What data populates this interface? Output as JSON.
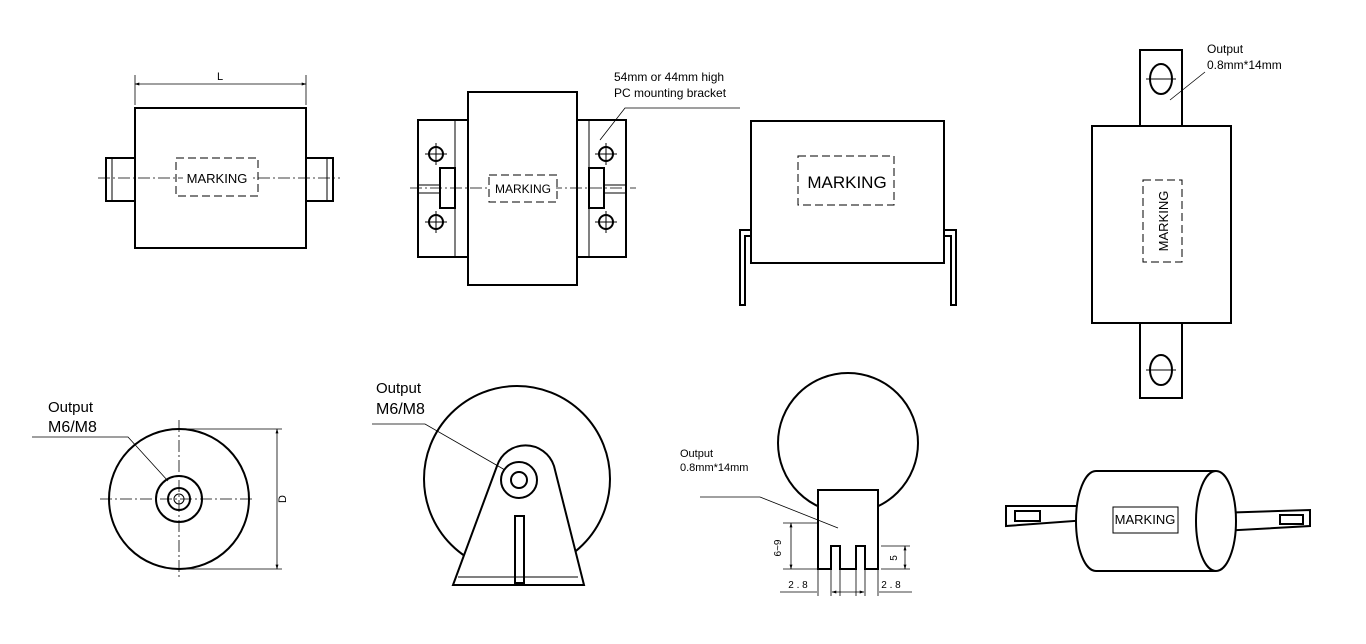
{
  "labels": {
    "dim_length": "L",
    "dim_diameter": "D",
    "marking": "MARKING",
    "bracket_note_line1": "54mm or 44mm high",
    "bracket_note_line2": "PC mounting bracket",
    "output_word": "Output",
    "terminal_strip_spec": "0.8mm*14mm",
    "thread_spec": "M6/M8",
    "pin_height_range": "6~9",
    "pin_spacing_left": "2 . 8",
    "pin_spacing_right": "2 . 8",
    "pin_depth": "5"
  },
  "colors": {
    "line": "#000000",
    "background": "#ffffff"
  }
}
